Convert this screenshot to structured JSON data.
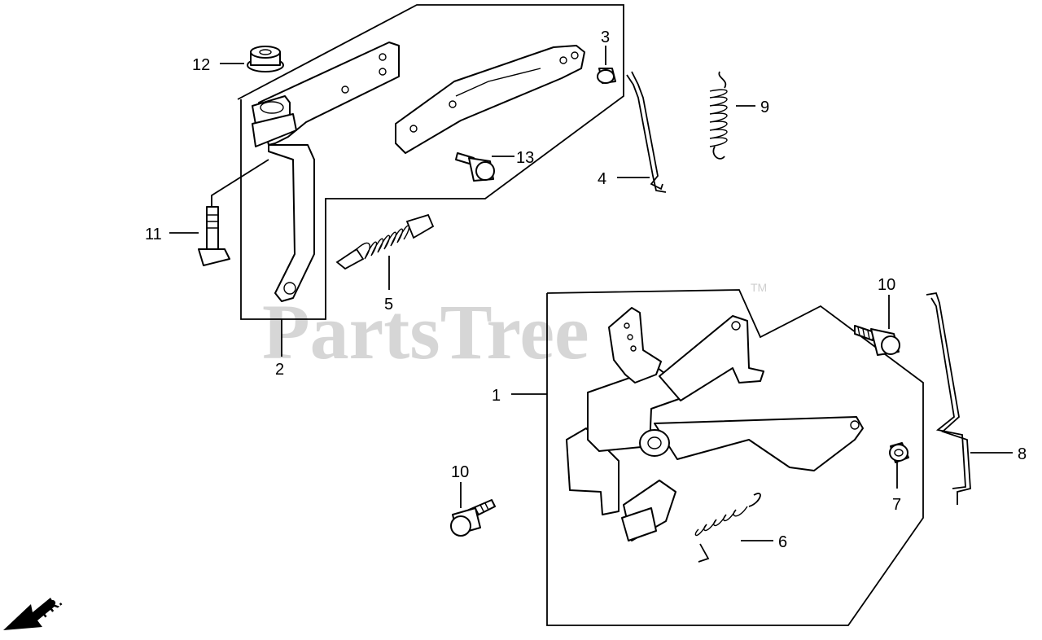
{
  "watermark": {
    "text": "PartsTree",
    "tm": "TM"
  },
  "front_indicator": {
    "label": "FR."
  },
  "callouts": [
    {
      "id": "callout-1",
      "label": "1"
    },
    {
      "id": "callout-2",
      "label": "2"
    },
    {
      "id": "callout-3",
      "label": "3"
    },
    {
      "id": "callout-4",
      "label": "4"
    },
    {
      "id": "callout-5",
      "label": "5"
    },
    {
      "id": "callout-6",
      "label": "6"
    },
    {
      "id": "callout-7",
      "label": "7"
    },
    {
      "id": "callout-8",
      "label": "8"
    },
    {
      "id": "callout-9",
      "label": "9"
    },
    {
      "id": "callout-10a",
      "label": "10"
    },
    {
      "id": "callout-10b",
      "label": "10"
    },
    {
      "id": "callout-11",
      "label": "11"
    },
    {
      "id": "callout-12",
      "label": "12"
    },
    {
      "id": "callout-13",
      "label": "13"
    }
  ]
}
